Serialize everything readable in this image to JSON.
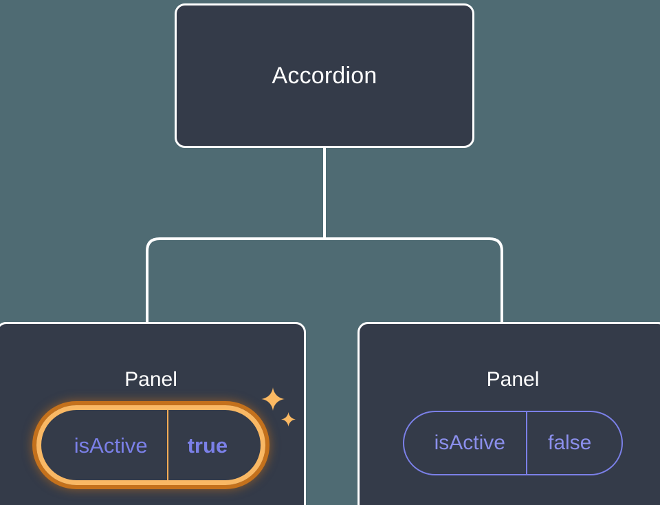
{
  "diagram": {
    "type": "component-tree",
    "background_color": "#4f6b73",
    "node_fill": "#343b49",
    "node_border": "#ffffff",
    "accent_purple": "#7b80e8",
    "highlight_amber": "#f9b864",
    "highlight_orange": "#c4711c",
    "root": {
      "title": "Accordion"
    },
    "children": [
      {
        "title": "Panel",
        "prop": {
          "key": "isActive",
          "value": "true",
          "highlighted": true,
          "value_bold": true
        },
        "sparkles": [
          "sparkle-icon-large",
          "sparkle-icon-small"
        ]
      },
      {
        "title": "Panel",
        "prop": {
          "key": "isActive",
          "value": "false",
          "highlighted": false,
          "value_bold": false
        }
      }
    ]
  }
}
